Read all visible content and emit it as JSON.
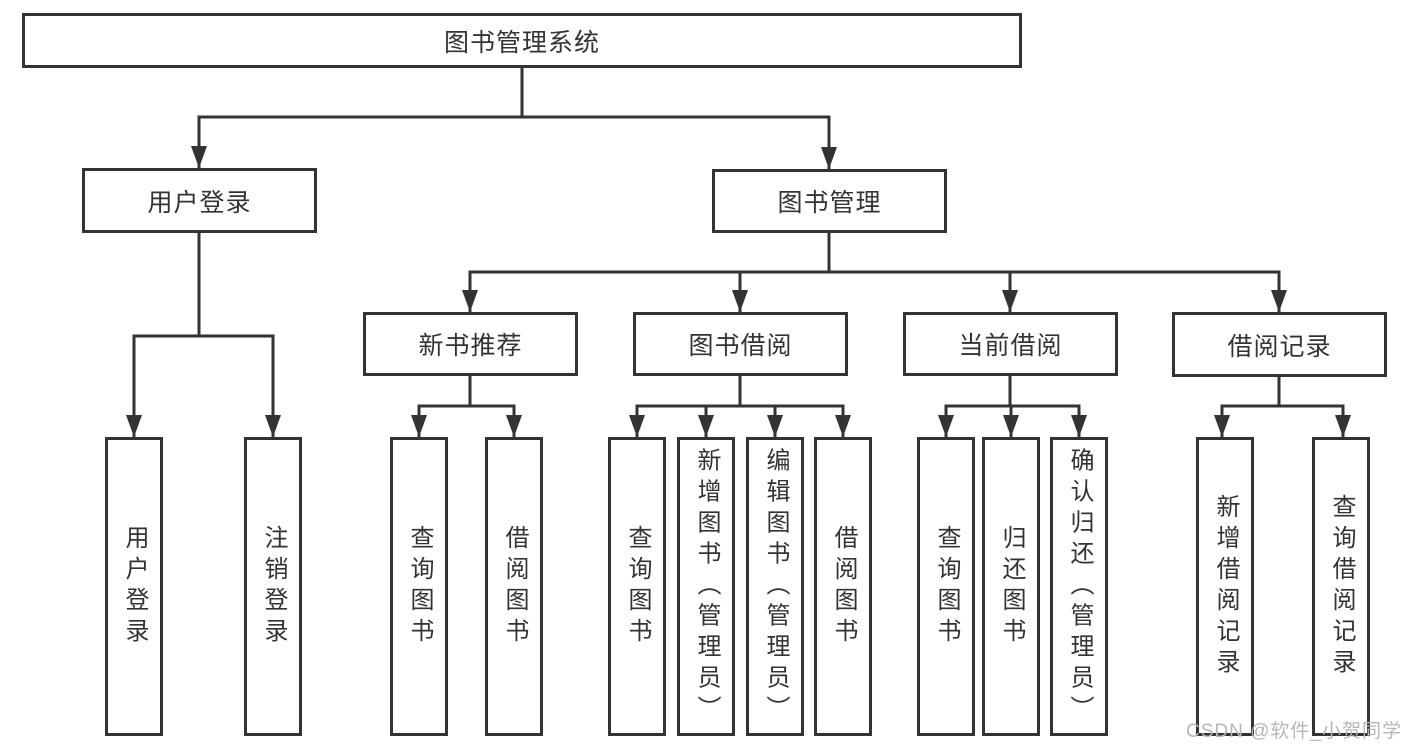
{
  "colors": {
    "line": "#333333",
    "text": "#333333",
    "watermark": "#b4b6ba",
    "background": "#ffffff"
  },
  "tree": {
    "root": {
      "label": "图书管理系统"
    },
    "branches": [
      {
        "label": "用户登录",
        "leaves": [
          {
            "label": "用户登录"
          },
          {
            "label": "注销登录"
          }
        ]
      },
      {
        "label": "图书管理",
        "groups": [
          {
            "label": "新书推荐",
            "leaves": [
              {
                "label": "查询图书"
              },
              {
                "label": "借阅图书"
              }
            ]
          },
          {
            "label": "图书借阅",
            "leaves": [
              {
                "label": "查询图书"
              },
              {
                "label": "新增图书（管理员）"
              },
              {
                "label": "编辑图书（管理员）"
              },
              {
                "label": "借阅图书"
              }
            ]
          },
          {
            "label": "当前借阅",
            "leaves": [
              {
                "label": "查询图书"
              },
              {
                "label": "归还图书"
              },
              {
                "label": "确认归还（管理员）"
              }
            ]
          },
          {
            "label": "借阅记录",
            "leaves": [
              {
                "label": "新增借阅记录"
              },
              {
                "label": "查询借阅记录"
              }
            ]
          }
        ]
      }
    ]
  },
  "watermark": {
    "text": "CSDN @软件_小贺同学"
  }
}
